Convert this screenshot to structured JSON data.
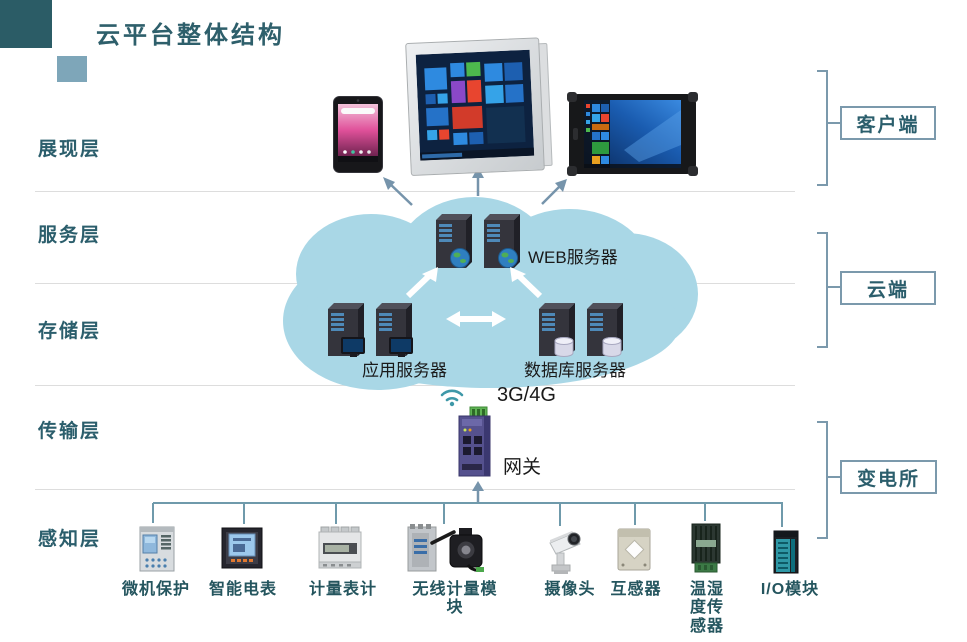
{
  "title": "云平台整体结构",
  "layers": [
    {
      "label": "展现层"
    },
    {
      "label": "服务层"
    },
    {
      "label": "存储层"
    },
    {
      "label": "传输层"
    },
    {
      "label": "感知层"
    }
  ],
  "zones": [
    {
      "label": "客户端"
    },
    {
      "label": "云端"
    },
    {
      "label": "变电所"
    }
  ],
  "cloud": {
    "web_server": "WEB服务器",
    "app_server": "应用服务器",
    "db_server": "数据库服务器"
  },
  "transport": {
    "network": "3G/4G",
    "gateway": "网关"
  },
  "devices": [
    {
      "label": "微机保护"
    },
    {
      "label": "智能电表"
    },
    {
      "label": "计量表计"
    },
    {
      "label": "无线计量模块"
    },
    {
      "label": "摄像头"
    },
    {
      "label": "互感器"
    },
    {
      "label": "温湿度传感器"
    },
    {
      "label": "I/O模块"
    }
  ],
  "colors": {
    "accent_teal": "#2b5e6c",
    "cloud_blue": "#a9d7e6",
    "bracket_gray": "#7b99ac",
    "bus_teal": "#6f9aab"
  }
}
